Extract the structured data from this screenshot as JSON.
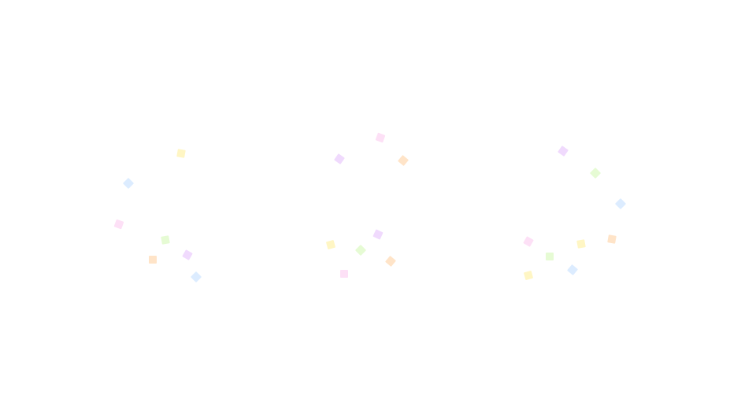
{
  "palette": {
    "yellow": "#fff6c4",
    "blue": "#dcecff",
    "pink": "#fde0f6",
    "green": "#e6fbd4",
    "orange": "#ffe4c8",
    "purple": "#f0dafd"
  },
  "clusters": [
    {
      "name": "confetti-cluster-left",
      "pieces": [
        {
          "color": "yellow"
        },
        {
          "color": "blue"
        },
        {
          "color": "pink"
        },
        {
          "color": "green"
        },
        {
          "color": "orange"
        },
        {
          "color": "purple"
        },
        {
          "color": "blue"
        }
      ]
    },
    {
      "name": "confetti-cluster-center",
      "pieces": [
        {
          "color": "pink"
        },
        {
          "color": "purple"
        },
        {
          "color": "orange"
        },
        {
          "color": "yellow"
        },
        {
          "color": "purple"
        },
        {
          "color": "green"
        },
        {
          "color": "orange"
        },
        {
          "color": "pink"
        }
      ]
    },
    {
      "name": "confetti-cluster-right",
      "pieces": [
        {
          "color": "purple"
        },
        {
          "color": "green"
        },
        {
          "color": "blue"
        },
        {
          "color": "pink"
        },
        {
          "color": "orange"
        },
        {
          "color": "yellow"
        },
        {
          "color": "green"
        },
        {
          "color": "yellow"
        },
        {
          "color": "blue"
        }
      ]
    }
  ]
}
